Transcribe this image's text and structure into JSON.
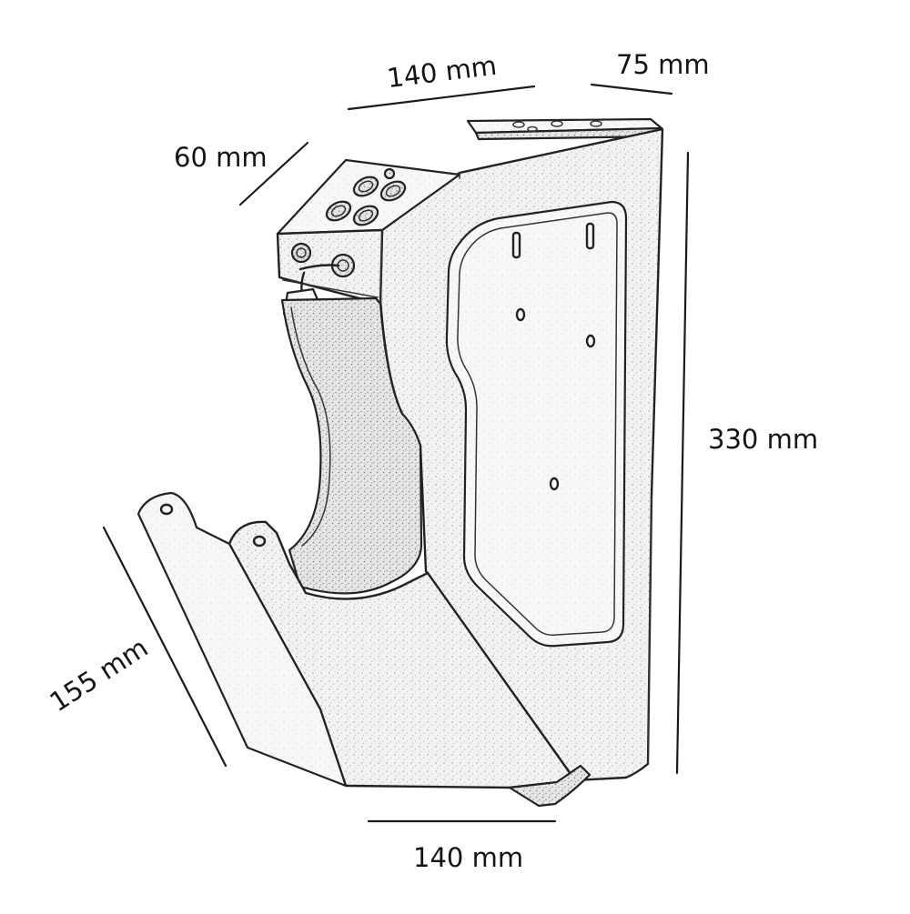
{
  "dimensions": {
    "top_width": "140 mm",
    "top_depth": "75 mm",
    "lid_depth": "60 mm",
    "height": "330 mm",
    "bottom_depth": "155 mm",
    "bottom_width": "140 mm"
  }
}
